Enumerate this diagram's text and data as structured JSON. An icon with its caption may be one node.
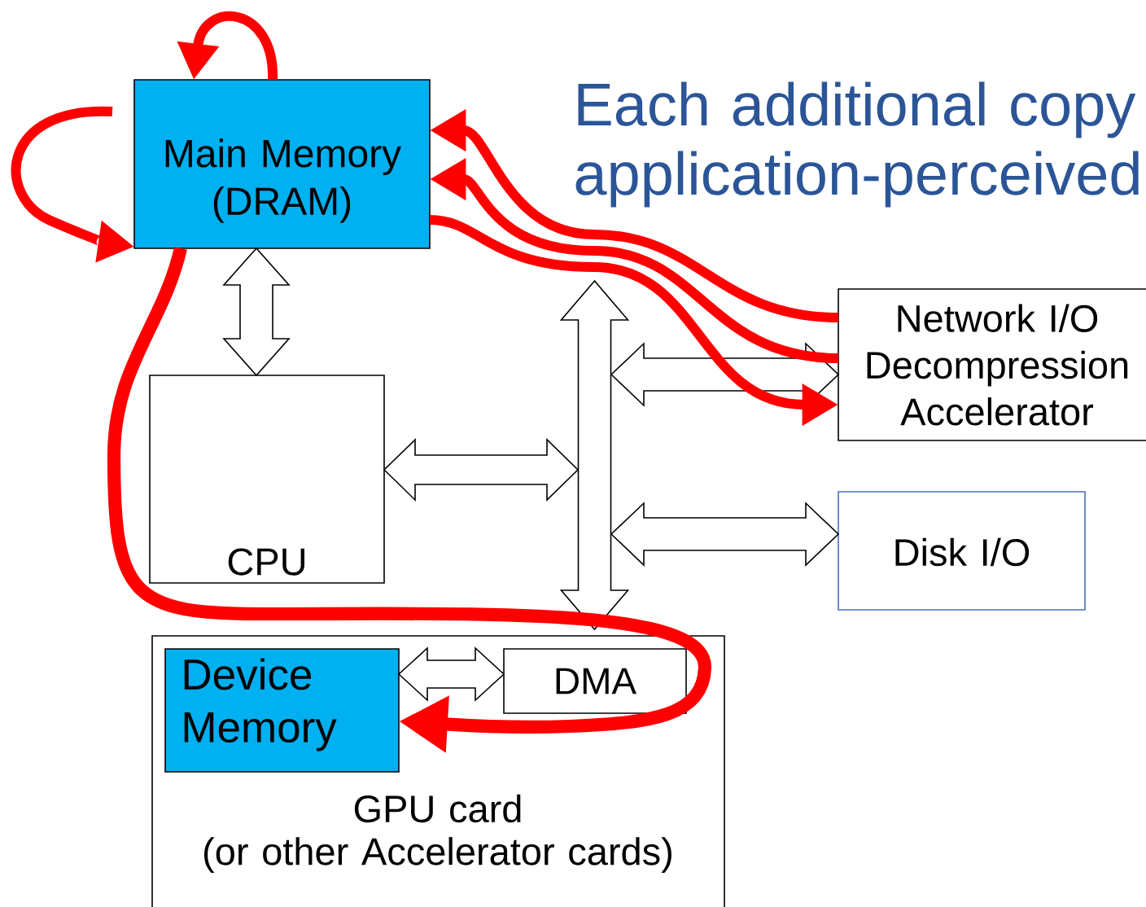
{
  "diagram": {
    "title": "Each additional copy application-perceived",
    "nodes": [
      {
        "text": [
          "Main Memory (DRAM)"
        ]
      },
      {
        "text": [
          "CPU"
        ]
      },
      {
        "text": [],
        "shape": "bar"
      },
      {
        "text": [
          "Network I/O Decompression Accelerator"
        ]
      },
      {
        "text": [
          "Disk I/O"
        ]
      },
      {
        "text": [
          "GPU card",
          "(or other Accelerator cards)"
        ]
      },
      {
        "text": [
          "Device Memory"
        ],
        "in": 5
      },
      {
        "text": [
          "DMA"
        ],
        "in": 5
      }
    ],
    "edges": [
      {
        "from": 0,
        "to": 1,
        "arrow": "both"
      },
      {
        "from": 1,
        "to": 2,
        "arrow": "both"
      },
      {
        "from": 2,
        "to": 3,
        "arrow": "both"
      },
      {
        "from": 2,
        "to": 4,
        "arrow": "both"
      },
      {
        "from": 6,
        "to": 7,
        "arrow": "both"
      },
      {
        "from": 0,
        "to": 0,
        "arrow": "to",
        "color": "#ff0000"
      },
      {
        "from": null,
        "to": 0,
        "arrow": "to",
        "color": "#ff0000"
      },
      {
        "from": 3,
        "to": 0,
        "arrow": "to",
        "color": "#ff0000"
      },
      {
        "from": 3,
        "to": 0,
        "arrow": "to",
        "color": "#ff0000"
      },
      {
        "from": 0,
        "to": 3,
        "arrow": "to",
        "color": "#ff0000"
      },
      {
        "from": 0,
        "to": 6,
        "arrow": "to",
        "color": "#ff0000"
      }
    ]
  }
}
